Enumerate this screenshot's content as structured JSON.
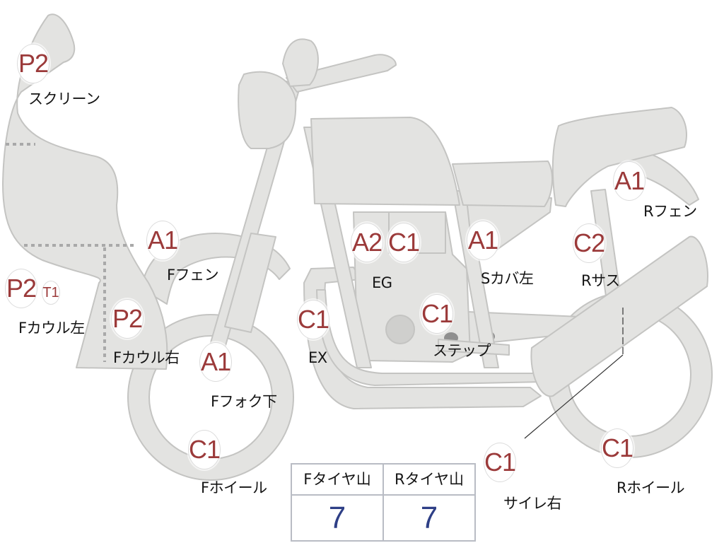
{
  "parts": [
    {
      "id": "screen",
      "code": "P2",
      "label": "スクリーン"
    },
    {
      "id": "f-cowl-left",
      "code": "P2",
      "extra_code": "T1",
      "label": "Fカウル左"
    },
    {
      "id": "f-cowl-right",
      "code": "P2",
      "label": "Fカウル右"
    },
    {
      "id": "f-fender",
      "code": "A1",
      "label": "Fフェン"
    },
    {
      "id": "f-fork-lower",
      "code": "A1",
      "label": "Fフォク下"
    },
    {
      "id": "f-wheel",
      "code": "C1",
      "label": "Fホイール"
    },
    {
      "id": "exhaust",
      "code": "C1",
      "label": "EX"
    },
    {
      "id": "engine",
      "codes": [
        "A2",
        "C1"
      ],
      "label": "EG"
    },
    {
      "id": "step",
      "code": "C1",
      "label": "ステップ"
    },
    {
      "id": "side-cover-left",
      "code": "A1",
      "label": "Sカバ左"
    },
    {
      "id": "r-suspension",
      "code": "C2",
      "label": "Rサス"
    },
    {
      "id": "r-fender",
      "code": "A1",
      "label": "Rフェン"
    },
    {
      "id": "silencer-right",
      "code": "C1",
      "label": "サイレ右"
    },
    {
      "id": "r-wheel",
      "code": "C1",
      "label": "Rホイール"
    }
  ],
  "tread": {
    "front_label": "Fタイヤ山",
    "rear_label": "Rタイヤ山",
    "front_value": "7",
    "rear_value": "7"
  },
  "colors": {
    "body_fill": "#e3e3e1",
    "body_stroke": "#c4c4c2",
    "code_text": "#9b3a3a",
    "tread_value": "#2e3f86",
    "table_border": "#b9bcc4"
  }
}
